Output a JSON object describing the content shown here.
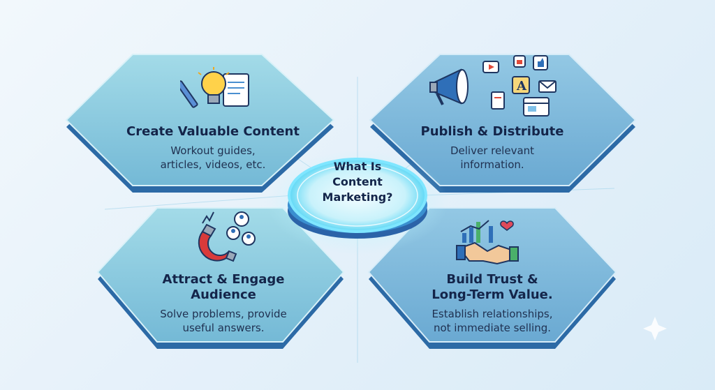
{
  "center": {
    "title_lines": [
      "What Is",
      "Content",
      "Marketing?"
    ]
  },
  "cards": [
    {
      "title_lines": [
        "Create Valuable Content"
      ],
      "desc_lines": [
        "Workout guides,",
        "articles, videos, etc."
      ],
      "icon": "lightbulb-document-icon"
    },
    {
      "title_lines": [
        "Publish & Distribute"
      ],
      "desc_lines": [
        "Deliver relevant",
        "information."
      ],
      "icon": "megaphone-icon"
    },
    {
      "title_lines": [
        "Attract & Engage",
        "Audience"
      ],
      "desc_lines": [
        "Solve problems, provide",
        "useful answers."
      ],
      "icon": "magnet-icon"
    },
    {
      "title_lines": [
        "Build Trust &",
        "Long-Term Value."
      ],
      "desc_lines": [
        "Establish relationships,",
        "not immediate selling."
      ],
      "icon": "handshake-icon"
    }
  ],
  "colors": {
    "card_top": "#8fd0e0",
    "card_bottom": "#6fb6d4",
    "card_edge": "#2c6aa6",
    "glow": "#56e0ff"
  }
}
